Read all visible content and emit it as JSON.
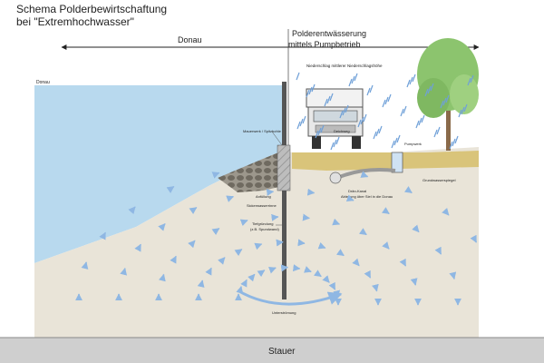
{
  "title": {
    "line1": "Schema Polderbewirtschaftung",
    "line2": "bei \"Extremhochwasser\""
  },
  "header": {
    "left_label": "Donau",
    "right_label_line1": "Polderentwässerung",
    "right_label_line2": "mittels Pumpbetrieb"
  },
  "labels": {
    "water_level": "Donau",
    "rain_note": "Niederschlag mittlerer Niederschlagshöhe",
    "sheet_pile": "Mauerwerk / Spitzbohle",
    "truck_road": "Deichweg",
    "pump_station": "Pumpwerk",
    "ground_water_level": "Grundwasserspiegel",
    "drainage_channel": "Drän-Kanal",
    "drainage_channel_sub": "Ableitung über Siel in die Donau",
    "fill": "Anfüllung",
    "seepage_line": "Sickerwasserrinne",
    "depth_line1": "Tiefgründung",
    "depth_line2": "(z.B. Spundwand)",
    "flow_note_1": "Unterströmung",
    "aquitard": "Stauer"
  },
  "colors": {
    "water": "#b8d9ee",
    "soil": "#e9e4d8",
    "aquitard": "#cfcfcf",
    "gravel": "#d9c47a",
    "arrows": "#8fb7e3",
    "rain": "#6fa0d8",
    "tree": "#8cc46e"
  }
}
